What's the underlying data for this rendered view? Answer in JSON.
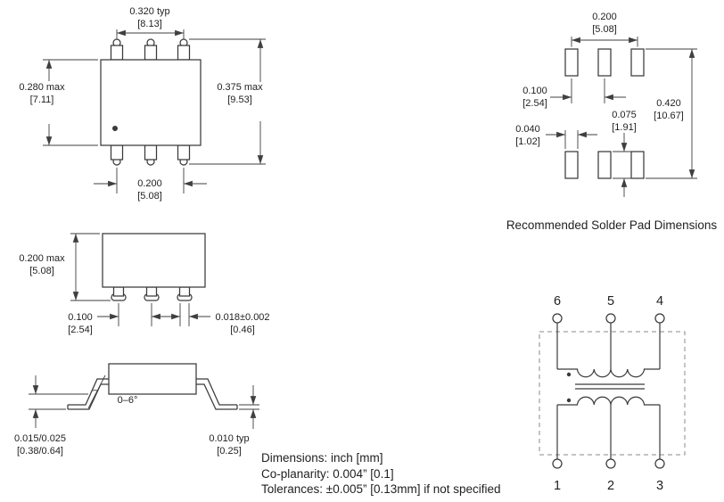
{
  "top_view": {
    "width_typ": "0.320 typ",
    "width_typ_mm": "[8.13]",
    "body_max": "0.280 max",
    "body_max_mm": "[7.11]",
    "overall_max": "0.375 max",
    "overall_max_mm": "[9.53]",
    "lead_span": "0.200",
    "lead_span_mm": "[5.08]"
  },
  "side_view": {
    "height_max": "0.200 max",
    "height_max_mm": "[5.08]",
    "pitch": "0.100",
    "pitch_mm": "[2.54]",
    "lead_width": "0.018±0.002",
    "lead_width_mm": "[0.46]"
  },
  "end_view": {
    "lead_angle": "0–6°",
    "standoff": "0.015/0.025",
    "standoff_mm": "[0.38/0.64]",
    "lead_thickness": "0.010 typ",
    "lead_thickness_mm": "[0.25]"
  },
  "solder_pad": {
    "span": "0.200",
    "span_mm": "[5.08]",
    "pitch": "0.100",
    "pitch_mm": "[2.54]",
    "pad_width": "0.040",
    "pad_width_mm": "[1.02]",
    "pad_length": "0.075",
    "pad_length_mm": "[1.91]",
    "overall": "0.420",
    "overall_mm": "[10.67]",
    "caption": "Recommended Solder Pad Dimensions"
  },
  "schematic": {
    "pins_top": [
      "6",
      "5",
      "4"
    ],
    "pins_bottom": [
      "1",
      "2",
      "3"
    ]
  },
  "notes": {
    "units": "Dimensions: inch [mm]",
    "coplanarity": "Co-planarity: 0.004” [0.1]",
    "tolerances": "Tolerances: ±0.005” [0.13mm] if not specified"
  }
}
